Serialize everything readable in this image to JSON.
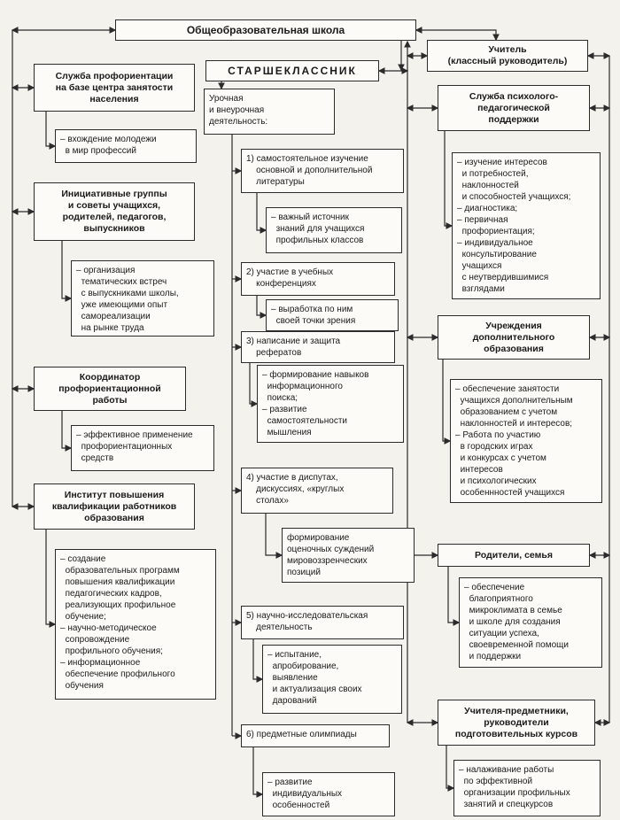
{
  "colors": {
    "ink": "#2b2b2b",
    "paper": "#f3f2ed",
    "box_fill": "#fcfbf7"
  },
  "nodes": {
    "school": "Общеобразовательная школа",
    "teacher": "Учитель\n(классный руководитель)",
    "student": "СТАРШЕКЛАССНИК",
    "activity": "Урочная\nи внеурочная\nдеятельность:",
    "left": [
      {
        "title": "Служба профориентации\nна базе центра занятости\nнаселения",
        "note": "– вхождение молодежи\n  в мир профессий"
      },
      {
        "title": "Инициативные группы\nи советы учащихся,\nродителей, педагогов,\nвыпускников",
        "note": "– организация\n  тематических встреч\n  с выпускниками школы,\n  уже имеющими опыт\n  самореализации\n  на рынке труда"
      },
      {
        "title": "Координатор\nпрофориентационной\nработы",
        "note": "– эффективное применение\n  профориентационных\n  средств"
      },
      {
        "title": "Институт повышения\nквалификации работников\nобразования",
        "note": "– создание\n  образовательных программ\n  повышения квалификации\n  педагогических кадров,\n  реализующих профильное\n  обучение;\n– научно-методическое\n  сопровождение\n  профильного обучения;\n– информационное\n  обеспечение профильного\n  обучения"
      }
    ],
    "center": [
      {
        "item": "1) самостоятельное изучение\n    основной и дополнительной\n    литературы",
        "note": "– важный источник\n  знаний для учащихся\n  профильных классов"
      },
      {
        "item": "2) участие в учебных\n    конференциях",
        "note": "– выработка по ним\n  своей точки зрения"
      },
      {
        "item": "3) написание и защита\n    рефератов",
        "note": "– формирование навыков\n  информационного\n  поиска;\n– развитие\n  самостоятельности\n  мышления"
      },
      {
        "item": "4) участие в диспутах,\n    дискуссиях, «круглых\n    столах»",
        "note": "формирование\nоценочных суждений\nмировоззренческих\nпозиций"
      },
      {
        "item": "5) научно-исследовательская\n    деятельность",
        "note": "– испытание,\n  апробирование,\n  выявление\n  и актуализация своих\n  дарований"
      },
      {
        "item": "6) предметные олимпиады",
        "note": "– развитие\n  индивидуальных\n  особенностей"
      }
    ],
    "right": [
      {
        "title": "Служба психолого-\nпедагогической\nподдержки",
        "note": "– изучение интересов\n  и потребностей,\n  наклонностей\n  и способностей учащихся;\n– диагностика;\n– первичная\n  профориентация;\n– индивидуальное\n  консультирование\n  учащихся\n  с неутвердившимися\n  взглядами"
      },
      {
        "title": "Учреждения\nдополнительного\nобразования",
        "note": "– обеспечение занятости\n  учащихся дополнительным\n  образованием с учетом\n  наклонностей и интересов;\n– Работа по участию\n  в городских играх\n  и конкурсах с учетом\n  интересов\n  и психологических\n  особеннностей учащихся"
      },
      {
        "title": "Родители, семья",
        "note": "– обеспечение\n  благоприятного\n  микроклимата в семье\n  и школе для создания\n  ситуации успеха,\n  своевременной помощи\n  и поддержки"
      },
      {
        "title": "Учителя-предметники,\nруководители\nподготовительных курсов",
        "note": "– налаживание работы\n  по эффективной\n  организации профильных\n  занятий и спецкурсов"
      }
    ]
  }
}
